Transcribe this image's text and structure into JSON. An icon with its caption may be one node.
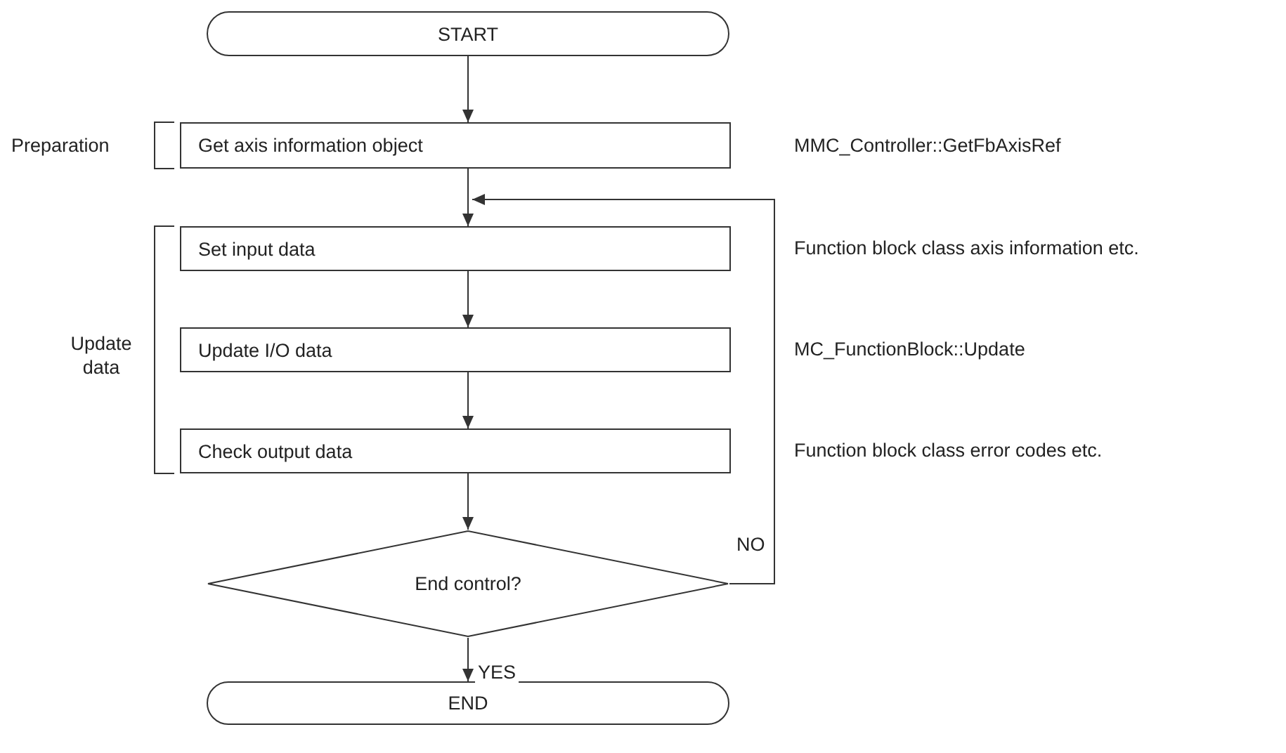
{
  "diagram": {
    "nodes": [
      {
        "text": [
          "START"
        ]
      },
      {
        "text": [
          "Get axis information object"
        ],
        "beside": [
          "MMC_Controller::GetFbAxisRef"
        ]
      },
      {
        "text": [
          "Set input data"
        ],
        "beside": [
          "Function block class axis information etc."
        ]
      },
      {
        "text": [
          "Update I/O data"
        ],
        "beside": [
          "MC_FunctionBlock::Update"
        ]
      },
      {
        "text": [
          "Check output data"
        ],
        "beside": [
          "Function block class error codes etc."
        ]
      },
      {
        "text": [
          "End control?"
        ]
      },
      {
        "text": [
          "END"
        ]
      }
    ],
    "edges": [
      {
        "from": 0,
        "to": 1,
        "arrow": "to"
      },
      {
        "from": 1,
        "to": 2,
        "arrow": "to"
      },
      {
        "from": 2,
        "to": 3,
        "arrow": "to"
      },
      {
        "from": 3,
        "to": 4,
        "arrow": "to"
      },
      {
        "from": 4,
        "to": 5,
        "arrow": "to"
      },
      {
        "from": 5,
        "to": 2,
        "arrow": "to",
        "label": "NO"
      },
      {
        "from": 5,
        "to": 6,
        "arrow": "to",
        "label": "YES"
      }
    ],
    "labels": [
      "Preparation",
      "Update data"
    ]
  }
}
